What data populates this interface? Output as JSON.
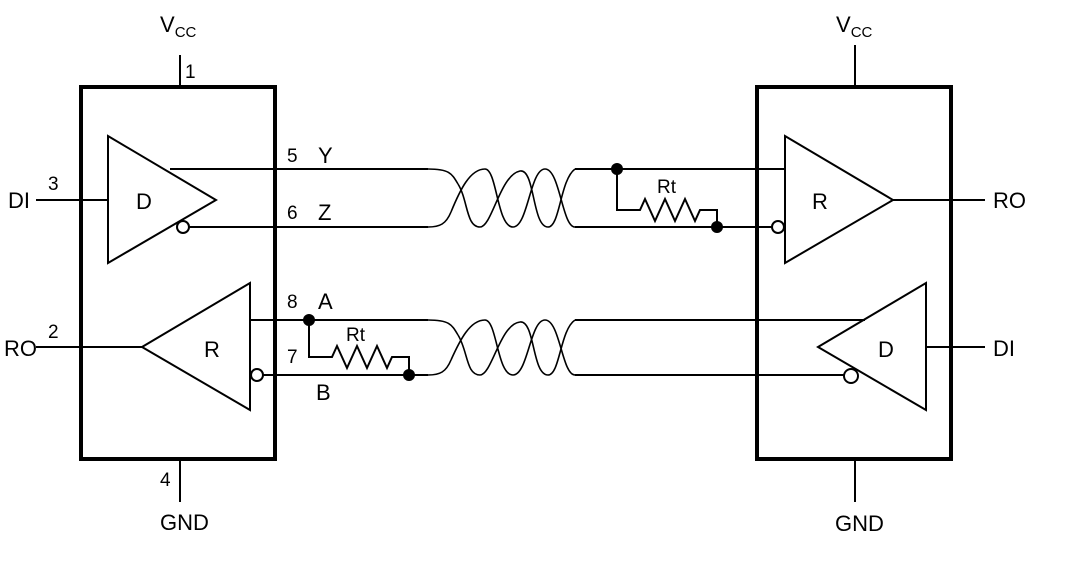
{
  "labels": {
    "vcc_main": "V",
    "vcc_sub": "CC",
    "gnd": "GND",
    "di": "DI",
    "ro": "RO",
    "driver": "D",
    "receiver": "R",
    "resistor": "Rt",
    "line_y": "Y",
    "line_z": "Z",
    "line_a": "A",
    "line_b": "B"
  },
  "pins": {
    "vcc": "1",
    "ro": "2",
    "di": "3",
    "gnd": "4",
    "y": "5",
    "z": "6",
    "b": "7",
    "a": "8"
  }
}
